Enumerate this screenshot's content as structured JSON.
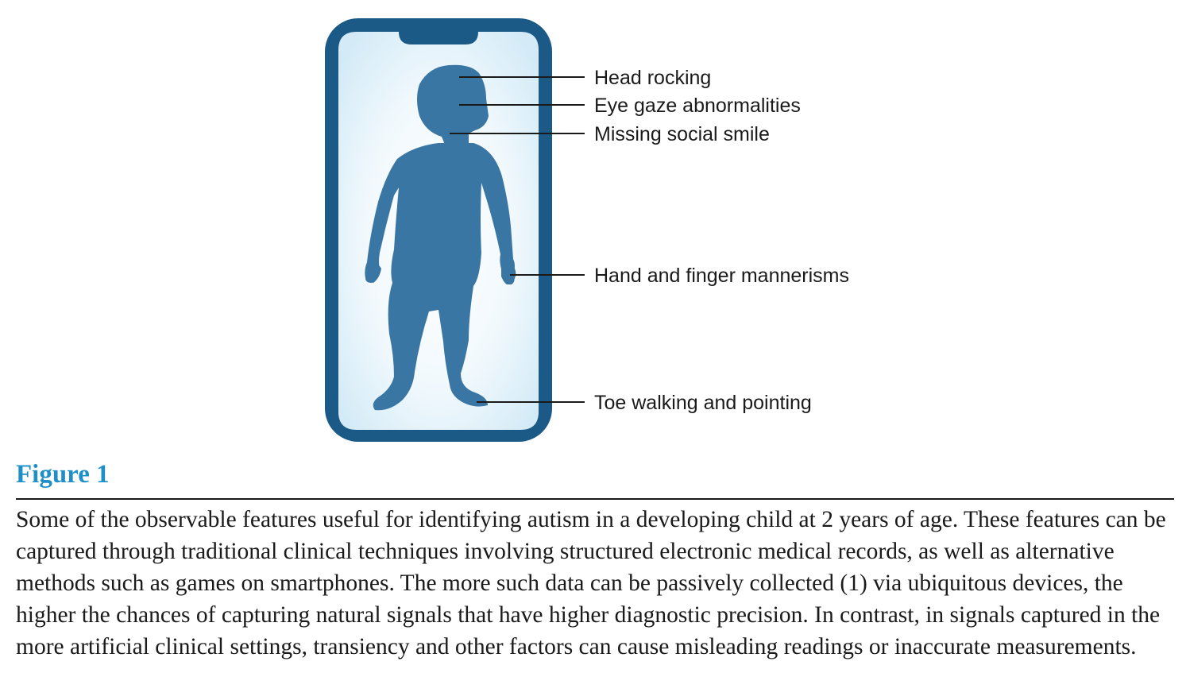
{
  "figure": {
    "label": "Figure 1",
    "callouts": [
      "Head rocking",
      "Eye gaze abnormalities",
      "Missing social smile",
      "Hand and finger mannerisms",
      "Toe walking and pointing"
    ],
    "caption": "Some of the observable features useful for identifying autism in a developing child at 2 years of age. These features can be captured through traditional clinical techniques involving structured electronic medical records, as well as alternative methods such as games on smartphones. The more such data can be passively collected (1) via ubiquitous devices, the higher the chances of capturing natural signals that have higher diagnostic precision. In contrast, in signals captured in the more artificial clinical settings, transiency and other factors can cause misleading readings or inaccurate measurements."
  },
  "colors": {
    "phone_frame": "#1b5a87",
    "screen_glow": "#dceef8",
    "child_silhouette": "#3a76a3",
    "figure_label": "#1f8fc7",
    "text": "#1a1a1a"
  },
  "icons": {
    "device": "smartphone-icon",
    "subject": "child-silhouette-icon"
  }
}
